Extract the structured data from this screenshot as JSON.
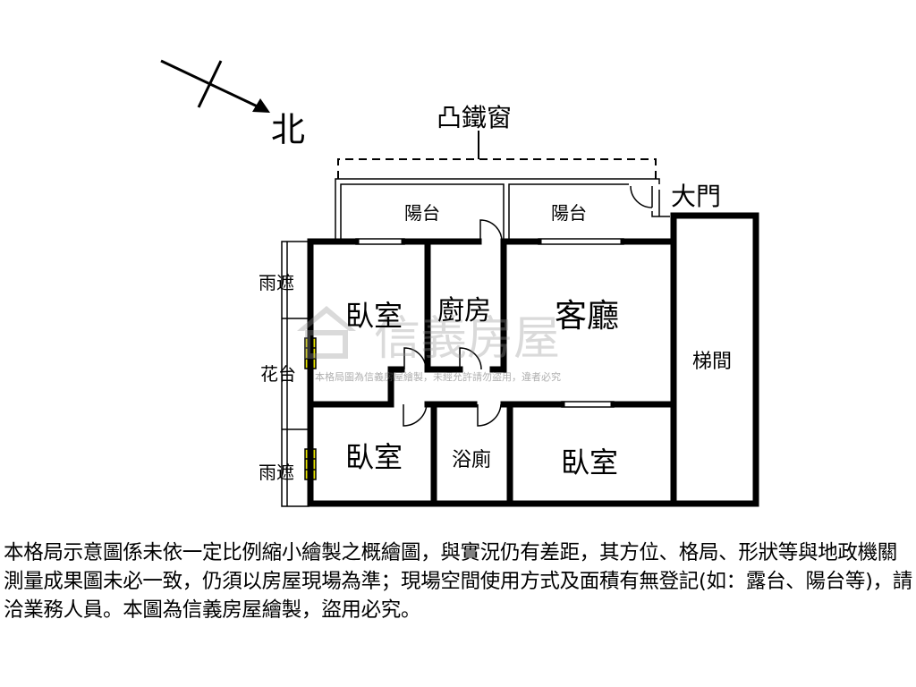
{
  "compass": {
    "label": "北",
    "icon": "north-arrow-icon"
  },
  "rooms": {
    "bay_window": "凸鐵窗",
    "balcony_left": "陽台",
    "balcony_right": "陽台",
    "main_door": "大門",
    "bedroom_1": "臥室",
    "kitchen": "廚房",
    "living_room": "客廳",
    "stairwell": "梯間",
    "awning_top": "雨遮",
    "planter": "花台",
    "awning_bottom": "雨遮",
    "bedroom_2": "臥室",
    "bathroom": "浴廁",
    "bedroom_3": "臥室"
  },
  "watermark": {
    "brand": "信義房屋",
    "notice": "本格局圖為信義房屋繪製，未經允許請勿盜用，違者必究",
    "logo_icon": "house-logo-icon"
  },
  "disclaimer": "本格局示意圖係未依一定比例縮小繪製之概繪圖，與實況仍有差距，其方位、格局、形狀等與地政機關測量成果圖未必一致，仍須以房屋現場為準；現場空間使用方式及面積有無登記(如：露台、陽台等)，請洽業務人員。本圖為信義房屋繪製，盜用必究。",
  "colors": {
    "wall": "#000000",
    "window_hatch": "#e8e400",
    "watermark": "#999999"
  }
}
